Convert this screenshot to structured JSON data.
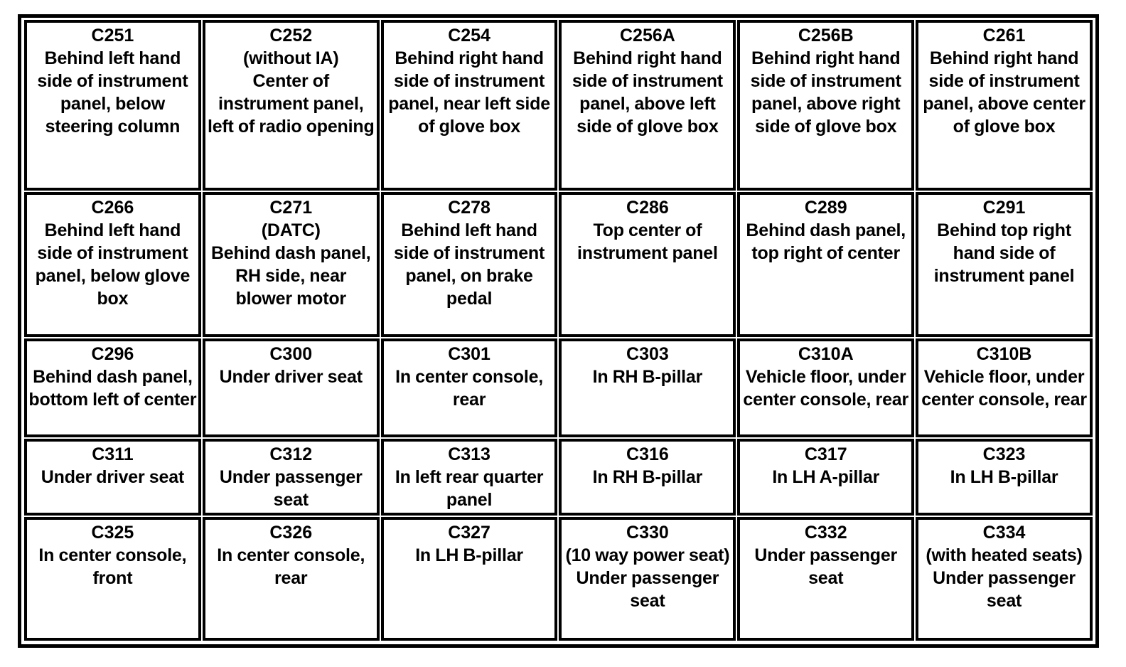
{
  "table": {
    "columns": 6,
    "rows": 5,
    "border_color": "#000000",
    "background_color": "#ffffff",
    "cells": [
      [
        {
          "id": "C251",
          "location": "Behind left hand side of instrument panel, below steering column"
        },
        {
          "id": "C252",
          "location": "(without IA)\nCenter of instrument panel, left of radio opening"
        },
        {
          "id": "C254",
          "location": "Behind right hand side of instrument panel, near left side of glove box"
        },
        {
          "id": "C256A",
          "location": "Behind right hand side of instrument panel, above left side of glove box"
        },
        {
          "id": "C256B",
          "location": "Behind right hand side of instrument panel, above right side of glove box"
        },
        {
          "id": "C261",
          "location": "Behind right hand side of instrument panel, above center of glove box"
        }
      ],
      [
        {
          "id": "C266",
          "location": "Behind left hand side of instrument panel, below glove box"
        },
        {
          "id": "C271",
          "location": "(DATC)\nBehind dash panel, RH side, near blower motor"
        },
        {
          "id": "C278",
          "location": "Behind left hand side of instrument panel, on brake pedal"
        },
        {
          "id": "C286",
          "location": "Top center of instrument panel"
        },
        {
          "id": "C289",
          "location": "Behind dash panel, top right of center"
        },
        {
          "id": "C291",
          "location": "Behind top right hand side of instrument panel"
        }
      ],
      [
        {
          "id": "C296",
          "location": "Behind dash panel, bottom left of center"
        },
        {
          "id": "C300",
          "location": "Under driver seat"
        },
        {
          "id": "C301",
          "location": "In center console, rear"
        },
        {
          "id": "C303",
          "location": "In RH B-pillar"
        },
        {
          "id": "C310A",
          "location": "Vehicle floor, under center console, rear"
        },
        {
          "id": "C310B",
          "location": "Vehicle floor, under center console, rear"
        }
      ],
      [
        {
          "id": "C311",
          "location": "Under driver seat"
        },
        {
          "id": "C312",
          "location": "Under passenger seat"
        },
        {
          "id": "C313",
          "location": "In left rear quarter panel"
        },
        {
          "id": "C316",
          "location": "In RH B-pillar"
        },
        {
          "id": "C317",
          "location": "In LH A-pillar"
        },
        {
          "id": "C323",
          "location": "In LH B-pillar"
        }
      ],
      [
        {
          "id": "C325",
          "location": "In center console, front"
        },
        {
          "id": "C326",
          "location": "In center console, rear"
        },
        {
          "id": "C327",
          "location": "In LH B-pillar"
        },
        {
          "id": "C330",
          "location": "(10 way power seat)\nUnder passenger seat"
        },
        {
          "id": "C332",
          "location": "Under passenger seat"
        },
        {
          "id": "C334",
          "location": "(with heated seats)\nUnder passenger seat"
        }
      ]
    ]
  }
}
